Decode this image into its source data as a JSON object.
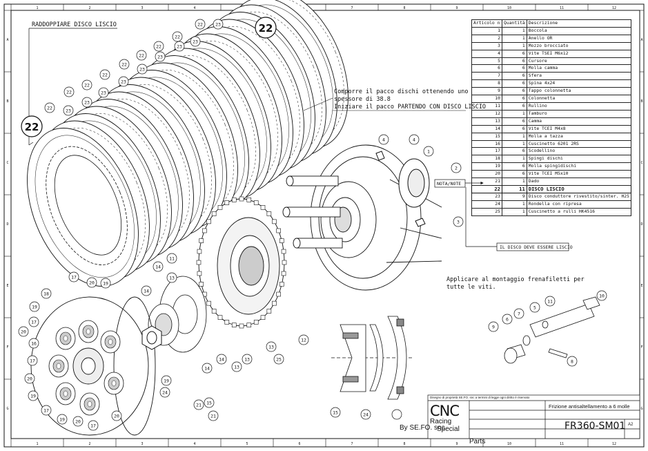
{
  "notes": {
    "double_disc": "RADDOPPIARE DISCO LISCIO",
    "stack_line1": "Comporre il pacco dischi ottenendo uno",
    "stack_line2": "spessore di 38.8",
    "stack_line3": "Iniziare il pacco PARTENDO CON DISCO LISCIO",
    "nota_label": "NOTA/NOTE",
    "must_smooth": "IL DISCO DEVE ESSERE LISCIO",
    "threadlock_line1": "Applicare al montaggio frenafiletti per",
    "threadlock_line2": "tutte le viti.",
    "big_callout": "22"
  },
  "bom": {
    "headers": [
      "Articolo n",
      "Quantità",
      "Descrizione"
    ],
    "rows": [
      [
        "1",
        "1",
        "Boccola"
      ],
      [
        "2",
        "1",
        "Anello OR"
      ],
      [
        "3",
        "1",
        "Mozzo brocciato"
      ],
      [
        "4",
        "6",
        "Vite TSEI M6x12"
      ],
      [
        "5",
        "6",
        "Cursore"
      ],
      [
        "6",
        "6",
        "Molla camma"
      ],
      [
        "7",
        "6",
        "Sfera"
      ],
      [
        "8",
        "6",
        "Spina 4x24"
      ],
      [
        "9",
        "6",
        "Tappo colonnetta"
      ],
      [
        "10",
        "6",
        "Colonnetta"
      ],
      [
        "11",
        "6",
        "Rullino"
      ],
      [
        "12",
        "1",
        "Tamburo"
      ],
      [
        "13",
        "6",
        "Camma"
      ],
      [
        "14",
        "6",
        "Vite TCEI M4x8"
      ],
      [
        "15",
        "1",
        "Molla a tazza"
      ],
      [
        "16",
        "1",
        "Cuscinetto 6201 2RS"
      ],
      [
        "17",
        "6",
        "Scodellino"
      ],
      [
        "18",
        "1",
        "Spingi dischi"
      ],
      [
        "19",
        "6",
        "Molla spingidischi"
      ],
      [
        "20",
        "6",
        "Vite TCEI M5x10"
      ],
      [
        "21",
        "1",
        "Dado"
      ],
      [
        "22",
        "11",
        "DISCO LISCIO"
      ],
      [
        "23",
        "9",
        "Disco conduttore rivestito/sinter. H25"
      ],
      [
        "24",
        "1",
        "Rondella con ripresa"
      ],
      [
        "25",
        "1",
        "Cuscinetto a rulli HK4516"
      ]
    ]
  },
  "callouts": {
    "c1": "22",
    "c2": "23",
    "c3": "22",
    "c4": "23",
    "c5": "22",
    "c6": "23",
    "c7": "22",
    "c8": "23",
    "c9": "22",
    "c10": "23",
    "c11": "22",
    "c12": "23",
    "c13": "22",
    "c14": "23",
    "c15": "22",
    "c16": "23",
    "c17": "22",
    "c18": "23",
    "c19": "4",
    "c20": "4",
    "c21": "1",
    "c22": "2",
    "c23": "3",
    "c24": "7",
    "c25": "6",
    "c26": "5",
    "c27": "11",
    "c28": "10",
    "c29": "8",
    "c30": "9",
    "c31": "11",
    "c32": "13",
    "c33": "14",
    "c34": "14",
    "c35": "13",
    "c36": "14",
    "c37": "12",
    "c38": "13",
    "c39": "25",
    "c40": "13",
    "c41": "14",
    "c42": "18",
    "c43": "19",
    "c44": "17",
    "c45": "20",
    "c46": "19",
    "c47": "17",
    "c48": "20",
    "c49": "16",
    "c50": "17",
    "c51": "20",
    "c52": "19",
    "c53": "17",
    "c54": "19",
    "c55": "20",
    "c56": "17",
    "c57": "20",
    "c58": "19",
    "c59": "24",
    "c60": "15",
    "c61": "21",
    "c62": "21",
    "c63": "15",
    "c64": "24"
  },
  "border": {
    "cols": [
      "1",
      "2",
      "3",
      "4",
      "5",
      "6",
      "7",
      "8",
      "9",
      "10",
      "11",
      "12"
    ],
    "rows": [
      "A",
      "B",
      "C",
      "D",
      "E",
      "F",
      "G"
    ]
  },
  "titleblock": {
    "ownership": "Disegno di proprietà SE.FO. snc a termini di legge ogni diritto è riservato",
    "cnc": "CNC",
    "racing": "Racing",
    "special": "Special",
    "parts": "Parts",
    "title": "Frizione antisaltellamento a 6 molle",
    "code": "FR360-SM01",
    "size": "A2",
    "author": "By SE.FO. snc"
  }
}
